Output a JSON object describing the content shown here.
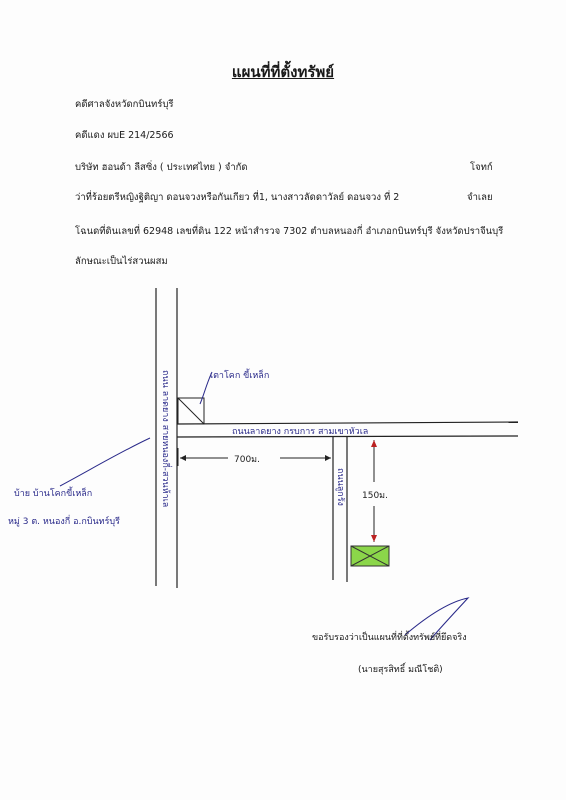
{
  "header": {
    "title": "แผนที่ที่ตั้งทรัพย์"
  },
  "case": {
    "court": "คดีศาลจังหวัดกบินทร์บุรี",
    "case_no": "คดีแดง ผบE 214/2566",
    "plaintiff": "บริษัท ฮอนด้า ลีสซิ่ง ( ประเทศไทย ) จำกัด",
    "plaintiff_role": "โจทก์",
    "defendant": "ว่าที่ร้อยตรีหญิงฐิติญา ดอนจวงหรือกันเกียว ที่1, นางสาวลัดดาวัลย์ ดอนจวง ที่ 2",
    "defendant_role": "จำเลย",
    "deed": "โฉนดที่ดินเลขที่ 62948 เลขที่ดิน 122 หน้าสำรวจ 7302  ตำบลหนองกี่ อำเภอกบินทร์บุรี จังหวัดปราจีนบุรี",
    "land_type": "ลักษณะเป็นไร่สวนผสม"
  },
  "map": {
    "road_vertical_label": "ถนน ลาดยาง สายหนองกี่-สวนห้าเล",
    "kiln_label": "เตาโคก ขี้เหล็ก",
    "road_horizontal_label": "ถนนลาดยาง กรบการ สามเขาหัวเล",
    "dist_horizontal": "700ม.",
    "road_side_label": "ถนนลูกรัง",
    "dist_vertical": "150ม.",
    "village_label_1": "บ้าย บ้านโคกขี้เหล็ก",
    "village_label_2": "หมู่ 3 ต. หนองกี่ อ.กบินทร์บุรี",
    "property_color": "#8bd64a",
    "ink_color": "#2a2a8a"
  },
  "footer": {
    "certify": "ขอรับรองว่าเป็นแผนที่ที่ตั้งทรัพย์ที่ยึดจริง",
    "signer": "(นายสุรสิทธิ์ มณีโชติ)"
  }
}
